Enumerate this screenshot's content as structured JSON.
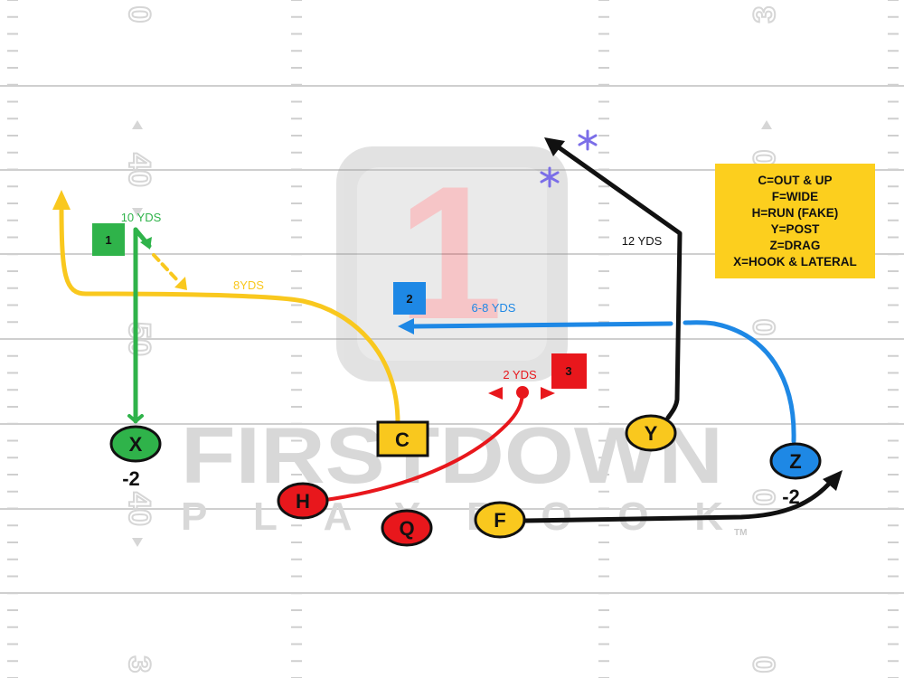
{
  "field": {
    "yard_numbers": {
      "top_left": "0",
      "top_right": "3",
      "left_upper": "40",
      "left_middle": "50",
      "left_lower": "40",
      "right_upper": "0",
      "right_middle": "0",
      "right_lower": "0",
      "bottom_left": "3",
      "bottom_right": "0"
    }
  },
  "watermark": {
    "logo_number": "1",
    "brand_line1": "FIRSTDOWN",
    "brand_line2": "PLAYBOOK",
    "trademark": "TM"
  },
  "players": {
    "x": {
      "label": "X",
      "note": "-2",
      "color": "#2fb34a"
    },
    "c": {
      "label": "C",
      "color": "#f9c81e"
    },
    "y": {
      "label": "Y",
      "color": "#f9c81e"
    },
    "z": {
      "label": "Z",
      "note": "-2",
      "color": "#1e88e5"
    },
    "h": {
      "label": "H",
      "color": "#e8171c"
    },
    "q": {
      "label": "Q",
      "color": "#e8171c"
    },
    "f": {
      "label": "F",
      "color": "#f9c81e"
    }
  },
  "reads": {
    "read1": {
      "label": "1",
      "color": "#2fb34a"
    },
    "read2": {
      "label": "2",
      "color": "#1e88e5"
    },
    "read3": {
      "label": "3",
      "color": "#e8171c"
    }
  },
  "route_labels": {
    "x_route": "10 YDS",
    "c_route": "8YDS",
    "z_route": "6-8 YDS",
    "h_route": "2 YDS",
    "y_route": "12 YDS"
  },
  "legend": {
    "lines": [
      "C=OUT & UP",
      "F=WIDE",
      "H=RUN (FAKE)",
      "Y=POST",
      "Z=DRAG",
      "X=HOOK & LATERAL"
    ]
  }
}
